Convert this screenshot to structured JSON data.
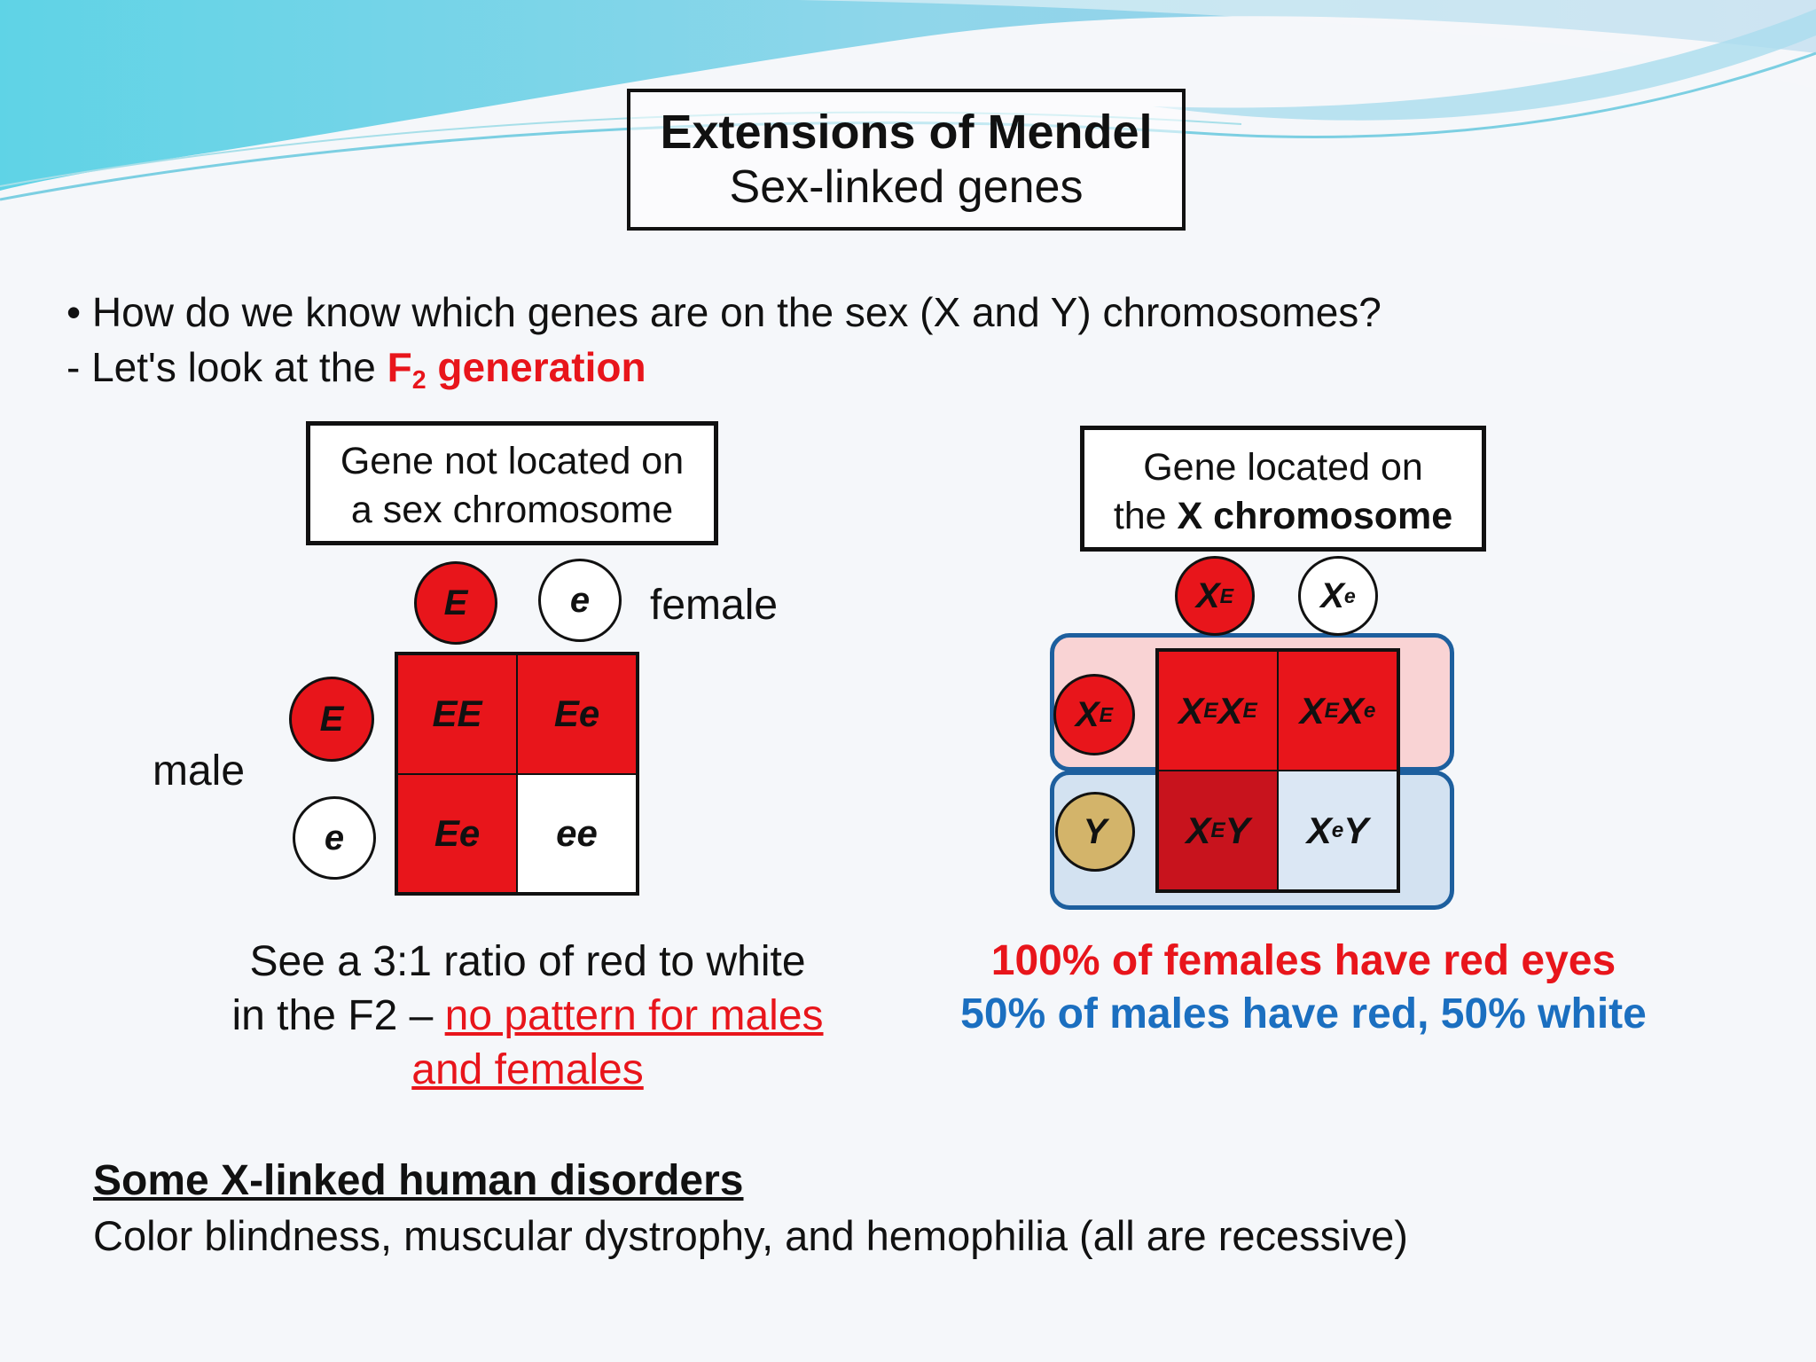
{
  "title": {
    "main": "Extensions of Mendel",
    "sub": "Sex-linked genes"
  },
  "question": "• How do we know which genes are on the sex (X and Y) chromosomes?",
  "subpoint": {
    "prefix": "-  Let's look at the ",
    "highlight_f": "F",
    "highlight_sub": "2",
    "highlight_rest": " generation"
  },
  "left_panel": {
    "box_line1": "Gene not located on",
    "box_line2": "a sex chromosome",
    "female_label": "female",
    "male_label": "male",
    "female_alleles": [
      "E",
      "e"
    ],
    "male_alleles": [
      "E",
      "e"
    ],
    "cells": [
      "EE",
      "Ee",
      "Ee",
      "ee"
    ],
    "caption_line1": "See a 3:1 ratio of red to white",
    "caption_line2_prefix": "in the F2 – ",
    "caption_line2_link": "no pattern for males",
    "caption_line3": "and females"
  },
  "right_panel": {
    "box_line1": "Gene located on",
    "box_line2_prefix": "the ",
    "box_line2_bold": "X chromosome",
    "chrom": "X",
    "dom": "E",
    "rec": "e",
    "male_y": "Y",
    "females_result": "100% of females have red eyes",
    "males_result": "50% of males have red, 50% white"
  },
  "disorders": {
    "heading": "Some X-linked human disorders",
    "text": "Color blindness, muscular dystrophy, and hemophilia (all are recessive)"
  },
  "colors": {
    "red": "#e8151b",
    "blue": "#1b6fc0",
    "band_border": "#1d5f9e",
    "tan": "#d3b46a"
  }
}
